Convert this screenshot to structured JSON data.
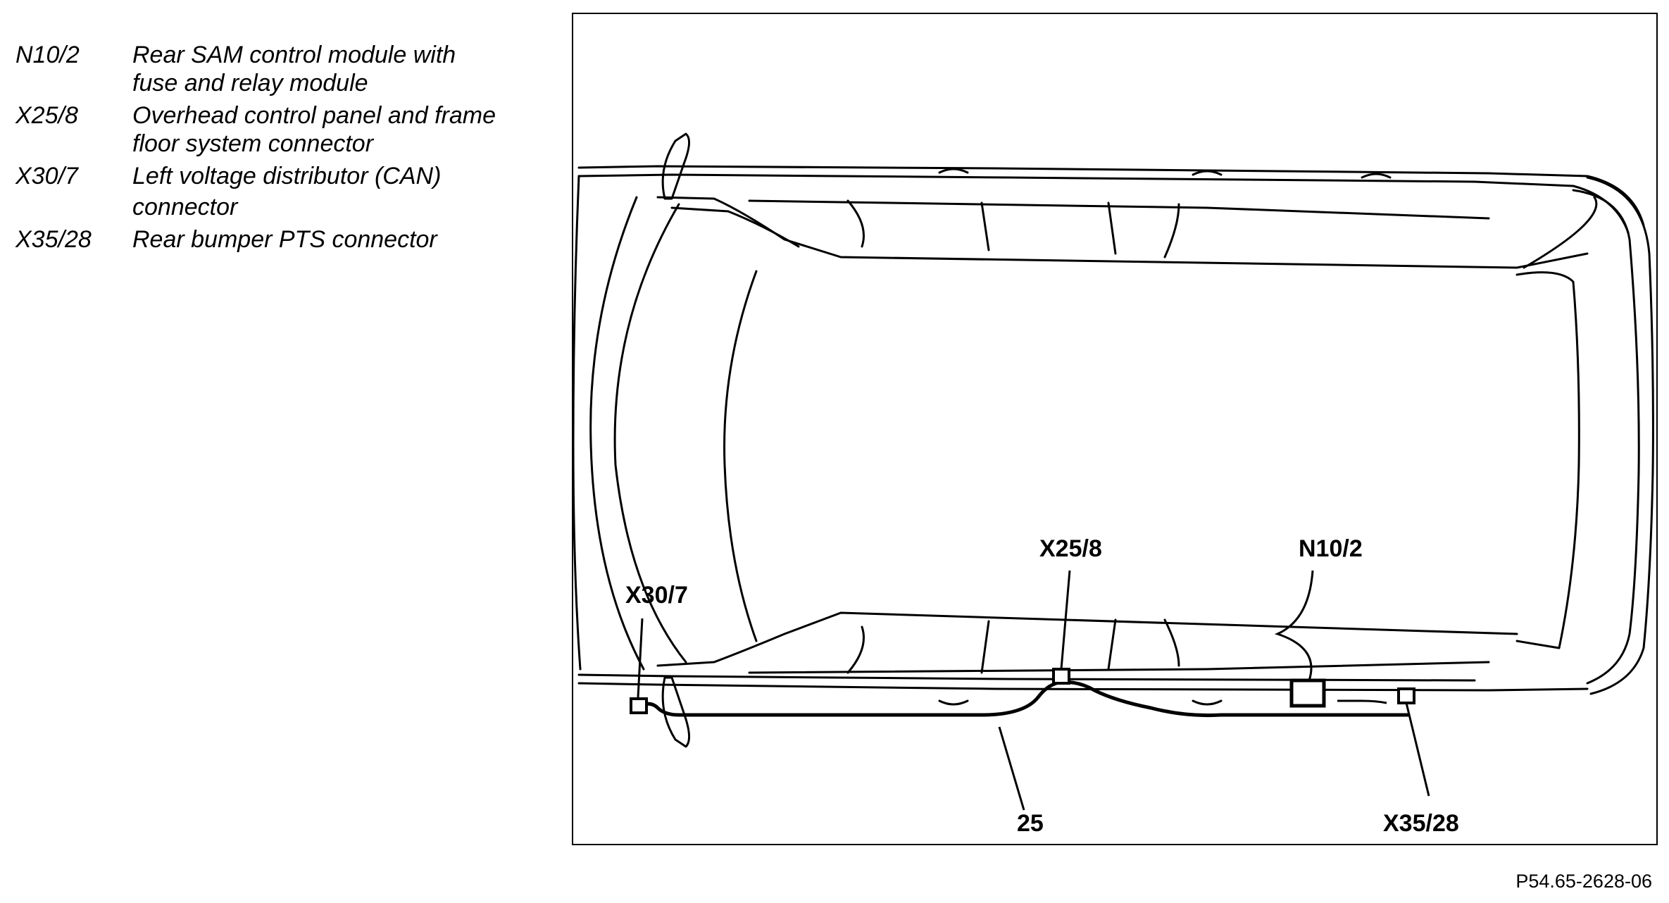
{
  "legend": [
    {
      "code": "N10/2",
      "desc_lines": [
        "Rear SAM control module with",
        "fuse and relay module"
      ]
    },
    {
      "code": "X25/8",
      "desc_lines": [
        "Overhead control panel and frame",
        "floor system connector"
      ]
    },
    {
      "code": "X30/7",
      "desc_lines": [
        "Left voltage distributor (CAN)",
        "connector"
      ]
    },
    {
      "code": "X35/28",
      "desc_lines": [
        "Rear bumper PTS connector"
      ]
    }
  ],
  "callouts": {
    "x30_7": "X30/7",
    "x25_8": "X25/8",
    "n10_2": "N10/2",
    "wire_25": "25",
    "x35_28": "X35/28"
  },
  "figure_id": "P54.65-2628-06"
}
